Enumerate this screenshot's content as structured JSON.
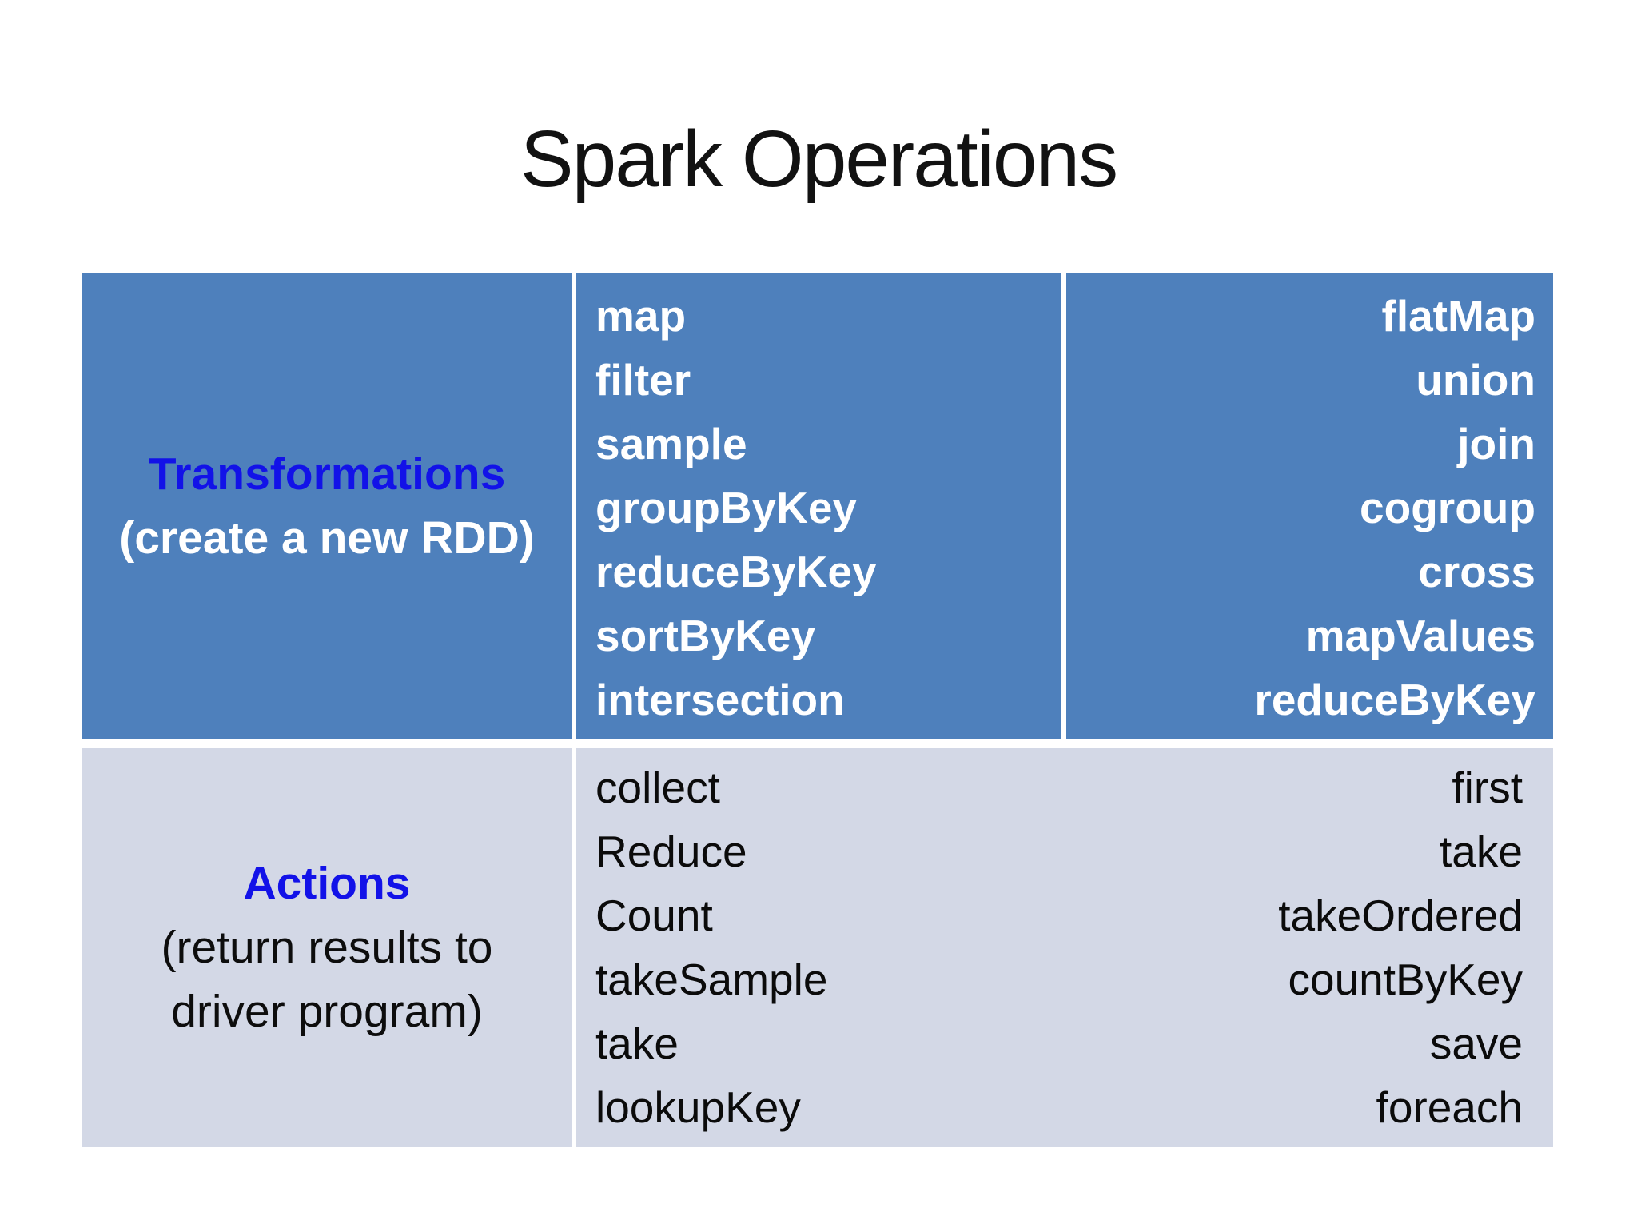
{
  "title": "Spark Operations",
  "colors": {
    "transformations_row_bg": "#4E80BC",
    "actions_row_bg": "#D3D8E6",
    "category_label_blue": "#1212E8",
    "transformations_text": "#FFFFFF",
    "actions_text": "#0B0B0B",
    "divider": "#FFFFFF",
    "title_color": "#121212"
  },
  "table": {
    "rows": [
      {
        "label": "Transformations",
        "sublabel": "(create a new RDD)",
        "operations_left": [
          "map",
          "filter",
          "sample",
          "groupByKey",
          "reduceByKey",
          "sortByKey",
          "intersection"
        ],
        "operations_right": [
          "flatMap",
          "union",
          "join",
          "cogroup",
          "cross",
          "mapValues",
          "reduceByKey"
        ]
      },
      {
        "label": "Actions",
        "sublabel": "(return results to driver program)",
        "operations_left": [
          "collect",
          "Reduce",
          "Count",
          "takeSample",
          "take",
          "lookupKey"
        ],
        "operations_right": [
          "first",
          "take",
          "takeOrdered",
          "countByKey",
          "save",
          "foreach"
        ]
      }
    ]
  }
}
